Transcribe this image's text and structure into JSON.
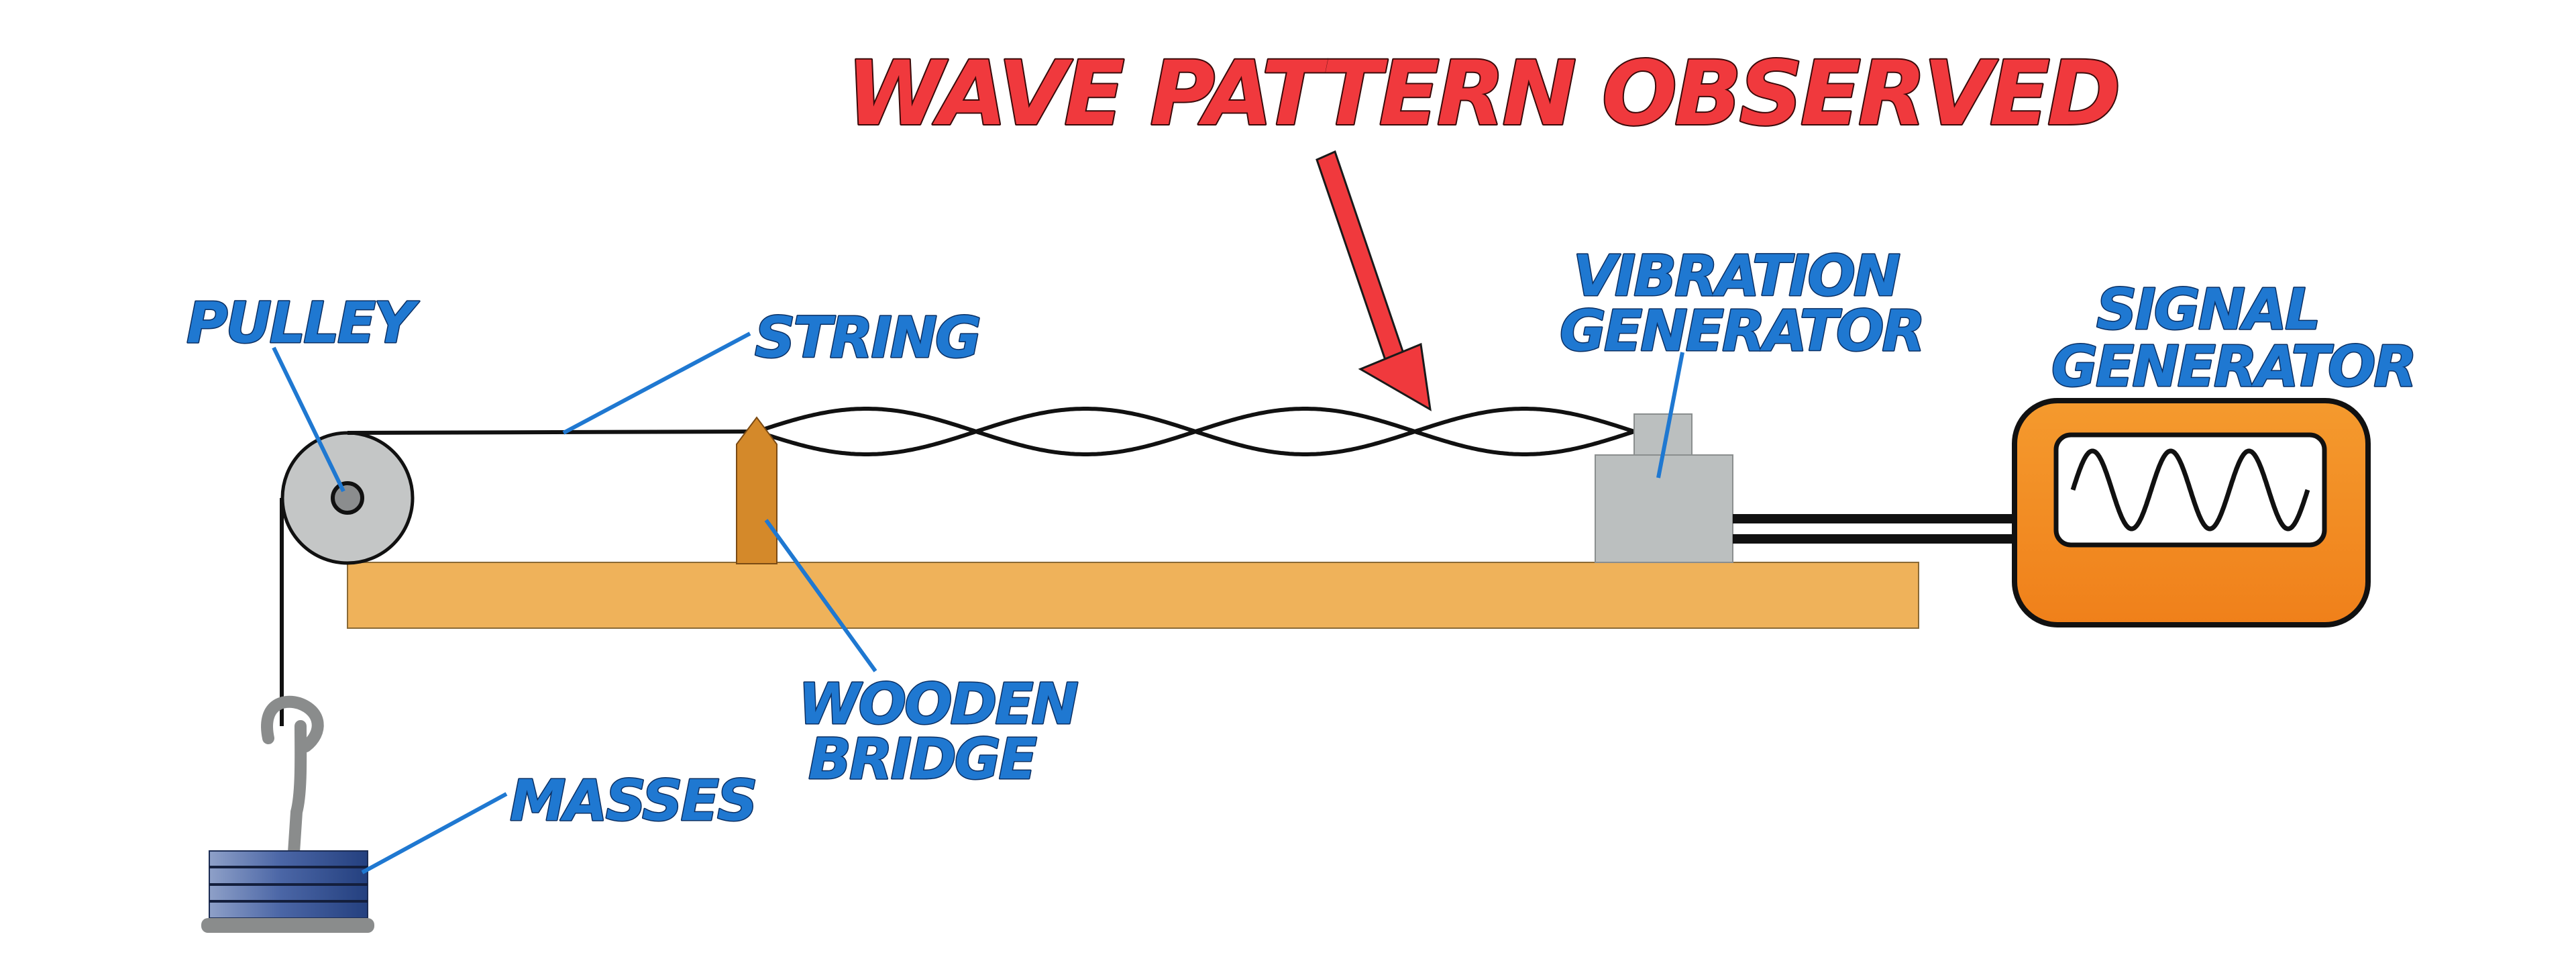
{
  "diagram": {
    "title": "WAVE PATTERN OBSERVED",
    "labels": {
      "pulley": "PULLEY",
      "string": "STRING",
      "wooden_bridge_line1": "WOODEN",
      "wooden_bridge_line2": "BRIDGE",
      "masses": "MASSES",
      "vibration_generator_line1": "VIBRATION",
      "vibration_generator_line2": "GENERATOR",
      "signal_generator_line1": "SIGNAL",
      "signal_generator_line2": "GENERATOR"
    },
    "standing_wave_loops": 4,
    "colors": {
      "title_red": "#f0393d",
      "label_blue": "#1f78d1",
      "bench_wood": "#efb25a",
      "bridge_wood": "#d4892a",
      "vibrator_gray": "#bbbfbf",
      "pulley_gray": "#c4c6c6",
      "signal_orange": "#f28a1f",
      "mass_navy": "#2d4a8a"
    }
  }
}
